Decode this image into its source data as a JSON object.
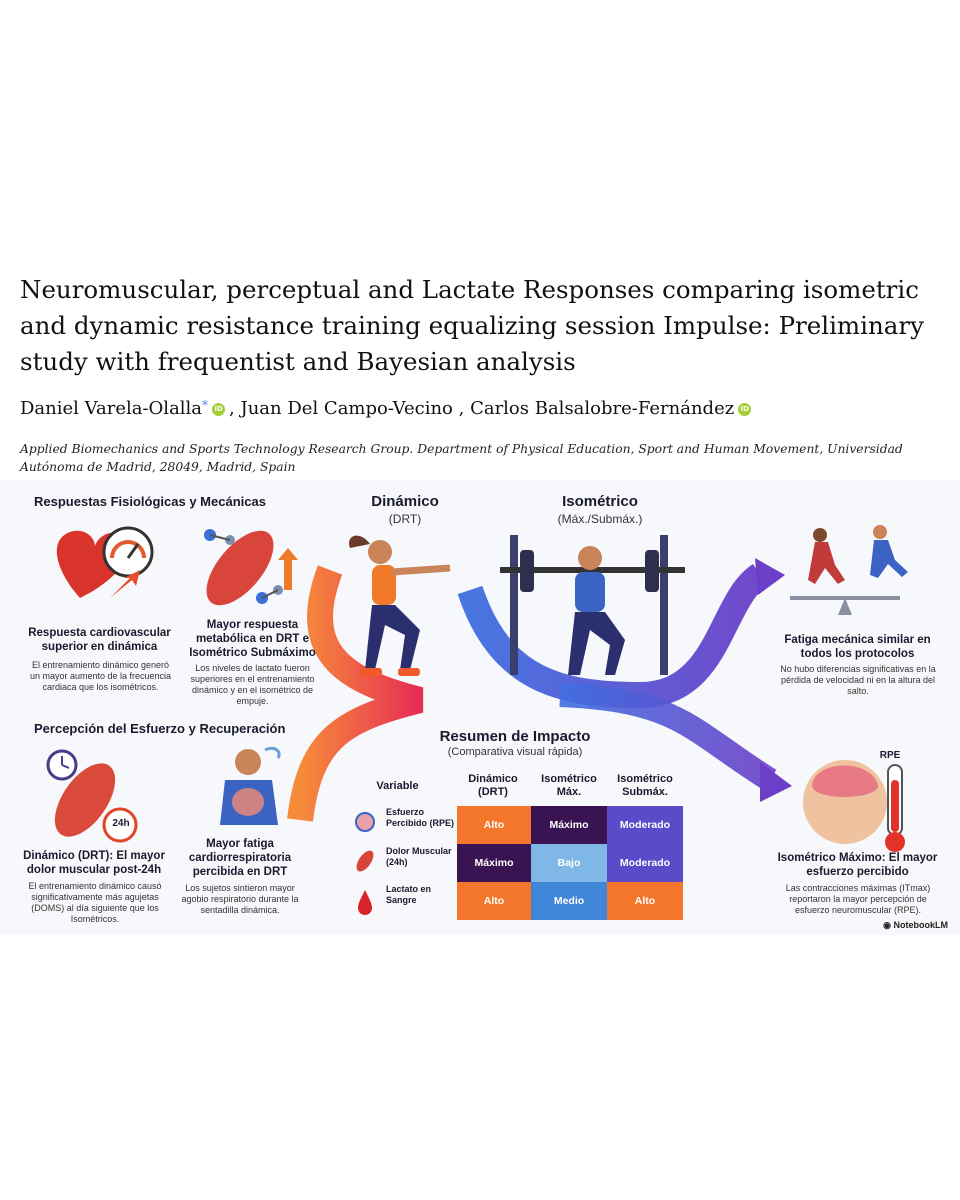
{
  "paper": {
    "title": "Neuromuscular, perceptual and Lactate Responses comparing isometric and dynamic resistance training equalizing session Impulse: Preliminary study with frequentist and Bayesian analysis",
    "authors": [
      {
        "name": "Daniel Varela-Olalla",
        "marker": "*"
      },
      {
        "name": "Juan Del Campo-Vecino",
        "marker": ""
      },
      {
        "name": "Carlos Balsalobre-Fernández",
        "marker": ""
      }
    ],
    "orcid_label": "iD",
    "affiliation": "Applied Biomechanics and Sports Technology Research Group. Department of Physical Education, Sport and Human Movement, Universidad Autónoma de Madrid, 28049, Madrid, Spain"
  },
  "infographic": {
    "left_section_1": {
      "heading": "Respuestas Fisiológicas y Mecánicas",
      "card_a_title": "Respuesta cardiovascular superior en dinámica",
      "card_a_text": "El entrenamiento dinámico generó un mayor aumento de la frecuencia cardiaca que los isométricos.",
      "card_b_title": "Mayor respuesta metabólica en DRT e Isométrico Submáximo",
      "card_b_text": "Los niveles de lactato fueron superiores en el entrenamiento dinámico y en el isométrico de empuje."
    },
    "left_section_2": {
      "heading": "Percepción del Esfuerzo y Recuperación",
      "card_a_title": "Dinámico (DRT): El mayor dolor muscular post-24h",
      "card_a_text": "El entrenamiento dinámico causó significativamente más agujetas (DOMS) al día siguiente que los Isométricos.",
      "card_b_title": "Mayor fatiga cardiorrespiratoria percibida en DRT",
      "card_b_text": "Los sujetos sintieron mayor agobio respiratorio durante la sentadilla dinámica.",
      "badge_24h": "24h"
    },
    "column_dynamic": {
      "title": "Dinámico",
      "subtitle": "(DRT)"
    },
    "column_isometric": {
      "title": "Isométrico",
      "subtitle": "(Máx./Submáx.)"
    },
    "right_top": {
      "title": "Fatiga mecánica similar en todos los protocolos",
      "text": "No hubo diferencias significativas en la pérdida de velocidad ni en la altura del salto."
    },
    "right_bottom": {
      "badge": "RPE",
      "title": "Isométrico Máximo: El mayor esfuerzo percibido",
      "text": "Las contracciones máximas (ITmax) reportaron la mayor percepción de esfuerzo neuromuscular (RPE)."
    },
    "summary": {
      "title": "Resumen de Impacto",
      "subtitle": "(Comparativa visual rápida)",
      "headers": [
        "Variable",
        "Dinámico (DRT)",
        "Isométrico Máx.",
        "Isométrico Submáx."
      ],
      "rows": [
        {
          "label": "Esfuerzo Percibido (RPE)",
          "values": [
            "Alto",
            "Máximo",
            "Moderado"
          ],
          "colors": [
            "#f4762a",
            "#3a1452",
            "#5b4bc8"
          ]
        },
        {
          "label": "Dolor Muscular (24h)",
          "values": [
            "Máximo",
            "Bajo",
            "Moderado"
          ],
          "colors": [
            "#3a1452",
            "#7fb8e6",
            "#5b4bc8"
          ]
        },
        {
          "label": "Lactato en Sangre",
          "values": [
            "Alto",
            "Medio",
            "Alto"
          ],
          "colors": [
            "#f4762a",
            "#3f86d8",
            "#f4762a"
          ]
        }
      ]
    },
    "brand": "NotebookLM"
  }
}
